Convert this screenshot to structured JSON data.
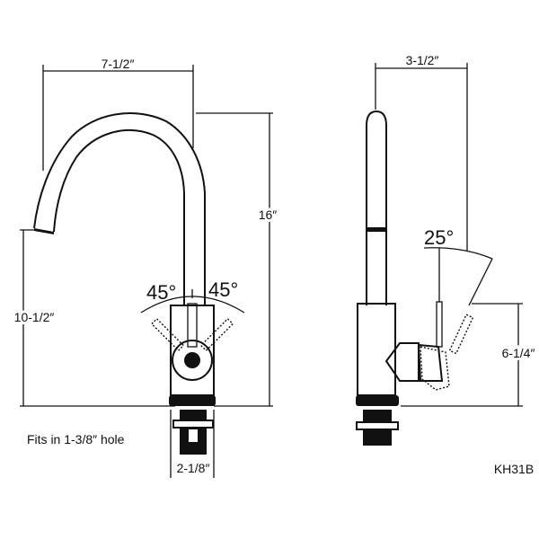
{
  "title": "KH31B",
  "front_view": {
    "spout_reach": "7-1/2″",
    "total_height": "16″",
    "spout_height": "10-1/2″",
    "handle_angle_left": "45°",
    "handle_angle_right": "45°",
    "base_diameter": "2-1/8″",
    "hole_note": "Fits in 1-3/8″ hole"
  },
  "side_view": {
    "depth": "3-1/2″",
    "handle_angle": "25°",
    "body_height": "6-1/4″"
  },
  "colors": {
    "line": "#111111",
    "background": "#ffffff"
  }
}
